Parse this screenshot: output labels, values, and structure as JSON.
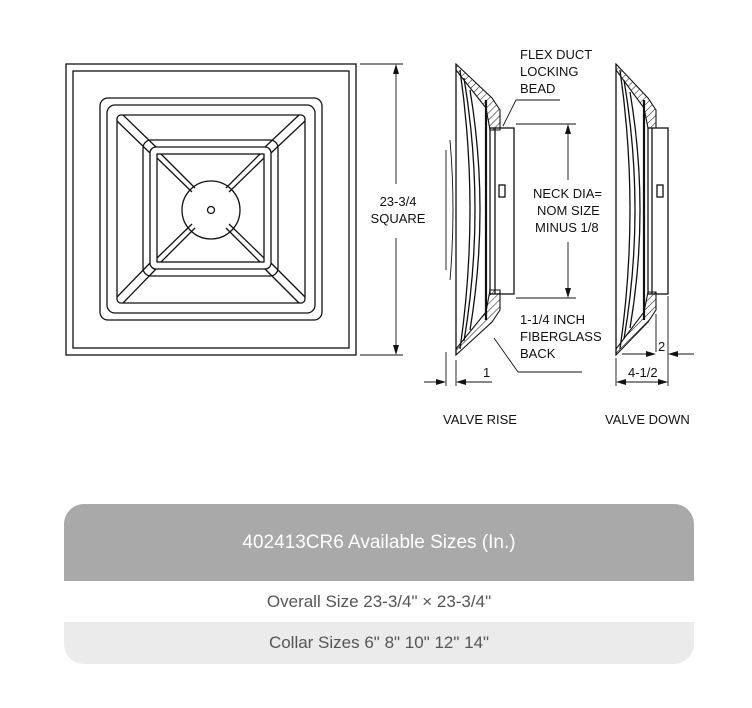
{
  "drawing": {
    "front_view": {
      "dimension_value": "23-3/4",
      "dimension_label": "SQUARE"
    },
    "side_view_rise": {
      "callout_top": [
        "FLEX DUCT",
        "LOCKING",
        "BEAD"
      ],
      "callout_neck": [
        "NECK DIA=",
        "NOM SIZE",
        "MINUS 1/8"
      ],
      "callout_back": [
        "1-1/4 INCH",
        "FIBERGLASS",
        "BACK"
      ],
      "dimension_bottom": "1",
      "caption": "VALVE RISE"
    },
    "side_view_down": {
      "dimension_side": "2",
      "dimension_bottom": "4-1/2",
      "caption": "VALVE DOWN"
    }
  },
  "sizes_table": {
    "title": "402413CR6 Available Sizes (In.)",
    "overall_size": "Overall Size 23-3/4\" × 23-3/4\"",
    "collar_sizes": "Collar Sizes 6\" 8\" 10\" 12\" 14\""
  }
}
